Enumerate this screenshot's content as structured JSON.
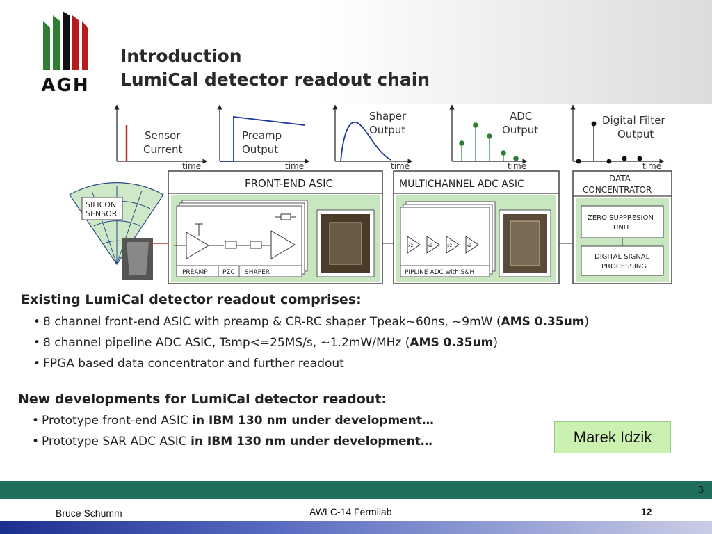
{
  "header": {
    "logo_text": "AGH",
    "title_line1": "Introduction",
    "title_line2": "LumiCal detector readout chain"
  },
  "diagram": {
    "graphs": [
      {
        "label_line1": "Sensor",
        "label_line2": "Current",
        "axis": "time"
      },
      {
        "label_line1": "Preamp",
        "label_line2": "Output",
        "axis": "time"
      },
      {
        "label_line1": "Shaper",
        "label_line2": "Output",
        "axis": "time"
      },
      {
        "label_line1": "ADC",
        "label_line2": "Output",
        "axis": "time"
      },
      {
        "label_line1": "Digital Filter",
        "label_line2": "Output",
        "axis": "time"
      }
    ],
    "sensor_line1": "SILICON",
    "sensor_line2": "SENSOR",
    "frontend_title": "FRONT-END ASIC",
    "frontend_labels": [
      "PREAMP",
      "PZC",
      "SHAPER"
    ],
    "adc_title": "MULTICHANNEL ADC ASIC",
    "adc_stage_label": "x2",
    "adc_caption": "PIPLINE ADC with S&H",
    "dc_title_line1": "DATA",
    "dc_title_line2": "CONCENTRATOR",
    "dc_box1_line1": "ZERO  SUPPRESION",
    "dc_box1_line2": "UNIT",
    "dc_box2_line1": "DIGITAL SIGNAL",
    "dc_box2_line2": "PROCESSING"
  },
  "existing": {
    "heading": "Existing LumiCal detector readout comprises:",
    "b1_text": "8 channel front-end ASIC with preamp & CR-RC shaper Tpeak~60ns,  ~9mW (",
    "b1_bold": "AMS 0.35um",
    "b1_end": ")",
    "b2_text": "8 channel pipeline ADC ASIC, Tsmp<=25MS/s, ~1.2mW/MHz (",
    "b2_bold": "AMS 0.35um",
    "b2_end": ")",
    "b3_text": "FPGA based data concentrator and further readout"
  },
  "newdev": {
    "heading": "New developments for LumiCal detector readout:",
    "b1_text": "Prototype front-end ASIC ",
    "b1_bold": "in IBM 130 nm under development…",
    "b2_text": "Prototype SAR ADC ASIC ",
    "b2_bold": "in IBM 130 nm under development…"
  },
  "note": "Marek Idzik",
  "slide_number": "3",
  "footer": {
    "left": "Bruce Schumm",
    "center": "AWLC-14 Fermilab",
    "page": "12"
  },
  "colors": {
    "green_band": "#1f6f5c",
    "note_bg": "#ccf0b0",
    "block_green": "#c8e6c0"
  }
}
